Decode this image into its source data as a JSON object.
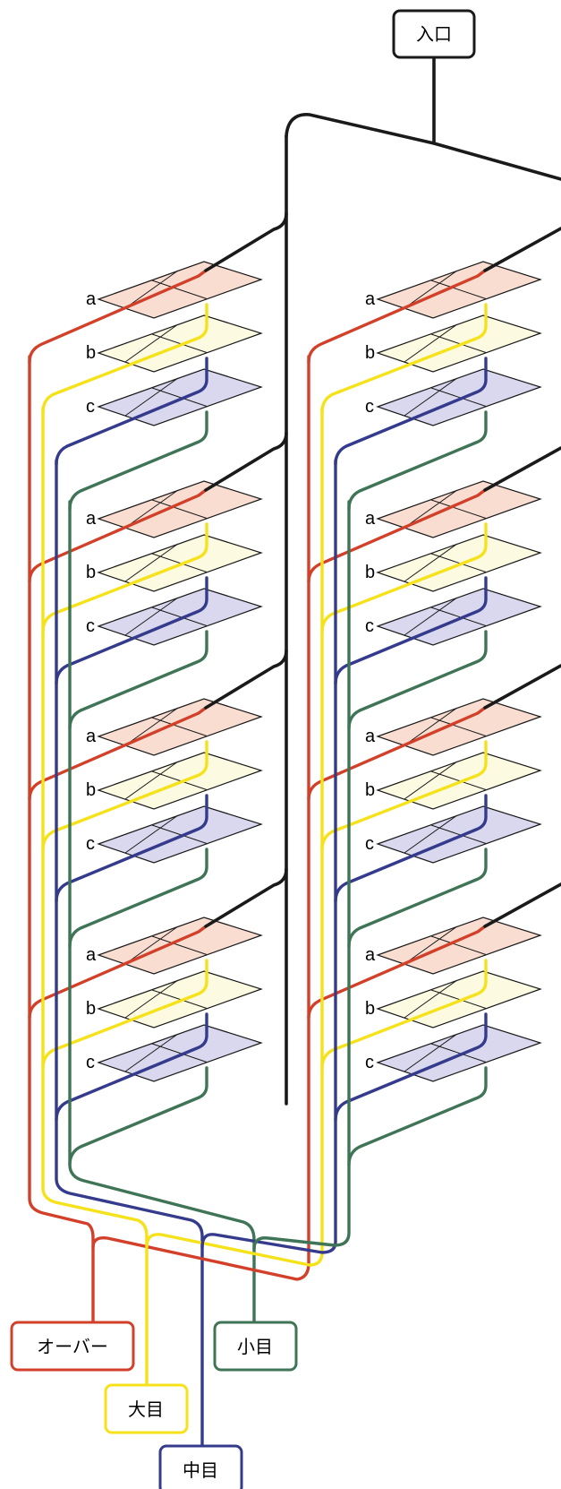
{
  "colors": {
    "trunk": "#1a1a1a",
    "over": "#d2402a",
    "large": "#f5e21a",
    "medium": "#353b8c",
    "small": "#3f7556",
    "tray_a": "#f9ddd1",
    "tray_b": "#fcfae0",
    "tray_c": "#d9d8ee"
  },
  "inlet": {
    "label": "入口"
  },
  "outputs": {
    "over": {
      "label": "オーバー"
    },
    "large": {
      "label": "大目"
    },
    "medium": {
      "label": "中目"
    },
    "small": {
      "label": "小目"
    }
  },
  "row_labels": [
    "a",
    "b",
    "c"
  ],
  "columns": 2,
  "blocks_per_column": 4
}
